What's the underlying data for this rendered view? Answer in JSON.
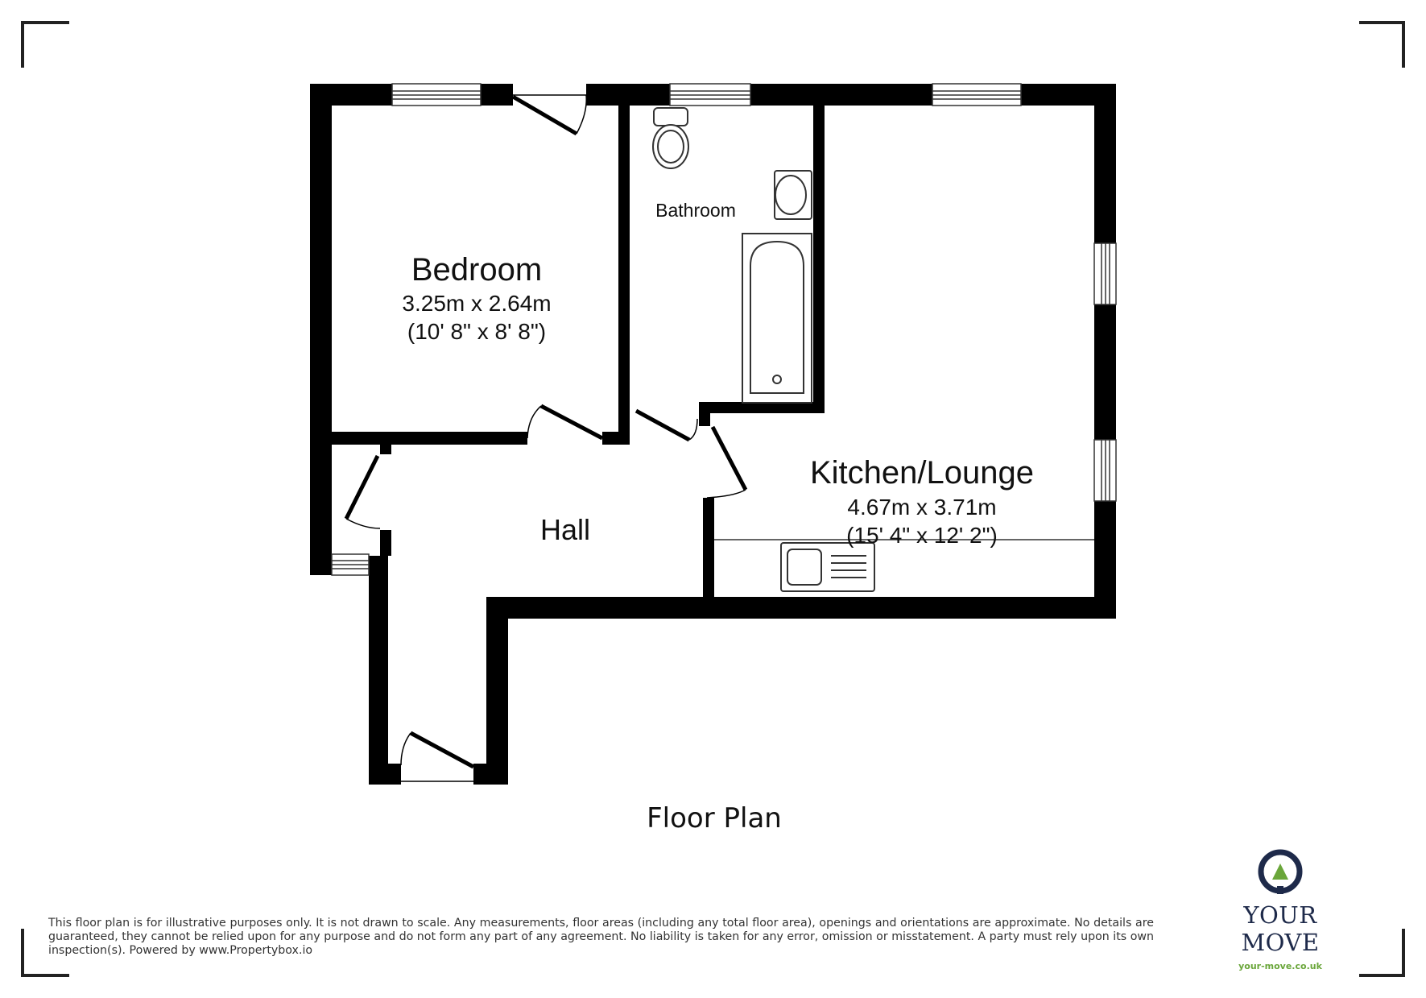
{
  "plan_title": "Floor Plan",
  "rooms": {
    "bedroom": {
      "name": "Bedroom",
      "size_m": "3.25m x 2.64m",
      "size_ft": "(10' 8\" x 8' 8\")"
    },
    "bathroom": {
      "name": "Bathroom"
    },
    "kitchen_lounge": {
      "name": "Kitchen/Lounge",
      "size_m": "4.67m x 3.71m",
      "size_ft": "(15' 4\" x 12' 2\")"
    },
    "hall": {
      "name": "Hall"
    }
  },
  "disclaimer": "This floor plan is for illustrative purposes only. It is not drawn to scale. Any measurements, floor areas (including any total floor area), openings and orientations are approximate. No details are guaranteed, they cannot be relied upon for any purpose and do not form any part of any agreement. No liability is taken for any error, omission or misstatement. A party must rely upon its own inspection(s). Powered by www.Propertybox.io",
  "logo": {
    "name": "YOUR MOVE",
    "url": "your-move.co.uk",
    "ring_color": "#1e2a4a",
    "accent_color": "#6aa63a"
  },
  "colors": {
    "wall": "#000000",
    "frame": "#222222",
    "background": "#ffffff"
  }
}
